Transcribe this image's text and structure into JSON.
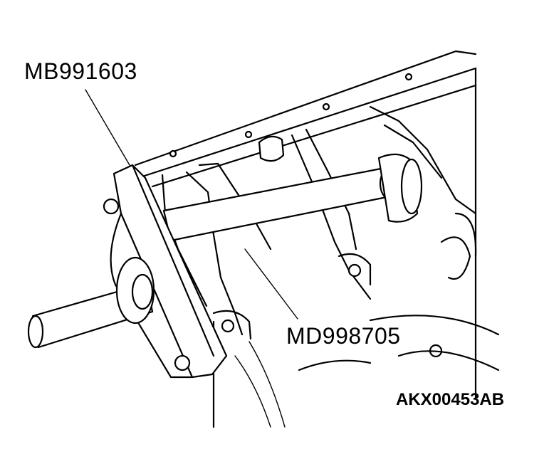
{
  "diagram": {
    "callouts": [
      {
        "id": "tool-1",
        "label": "MB991603"
      },
      {
        "id": "tool-2",
        "label": "MD998705"
      }
    ],
    "figure_code": "AKX00453AB"
  }
}
